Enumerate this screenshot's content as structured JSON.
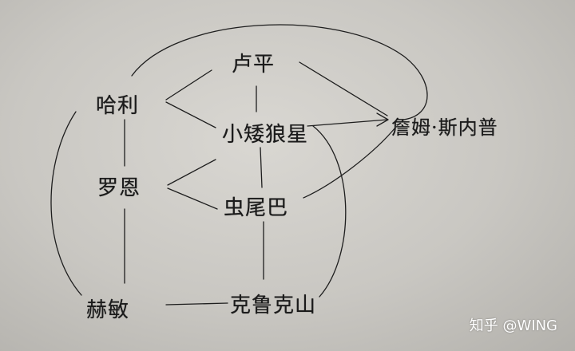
{
  "nodes": {
    "lupin": "卢平",
    "harry": "哈利",
    "pettigrew": "小矮狼星",
    "james_snape": "詹姆·斯内普",
    "ron": "罗恩",
    "wormtail": "虫尾巴",
    "hermione": "赫敏",
    "crookshanks": "克鲁克山"
  },
  "watermark": "知乎 @WING"
}
